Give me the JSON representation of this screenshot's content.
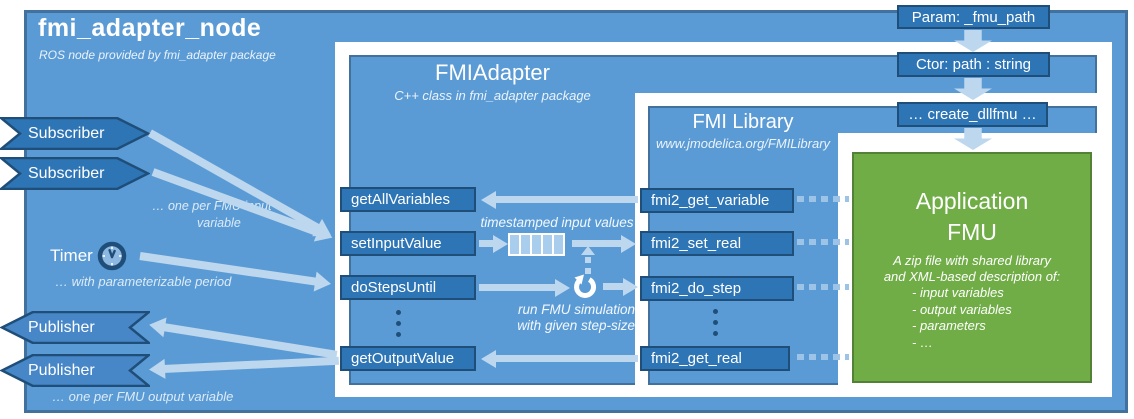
{
  "node": {
    "title": "fmi_adapter_node",
    "subtitle": "ROS node provided by fmi_adapter package"
  },
  "top_flow": {
    "param": "Param: _fmu_path",
    "ctor": "Ctor: path : string",
    "create": "… create_dllfmu …"
  },
  "adapter": {
    "title": "FMIAdapter",
    "subtitle": "C++ class in fmi_adapter package",
    "methods": [
      "getAllVariables",
      "setInputValue",
      "doStepsUntil",
      "getOutputValue"
    ]
  },
  "library": {
    "title": "FMI Library",
    "subtitle": "www.jmodelica.org/FMILibrary",
    "functions": [
      "fmi2_get_variable",
      "fmi2_set_real",
      "fmi2_do_step",
      "fmi2_get_real"
    ]
  },
  "fmu": {
    "title_line1": "Application",
    "title_line2": "FMU",
    "desc": [
      "A zip file with shared library",
      "and XML-based description of:"
    ],
    "bullets": [
      "- input variables",
      "- output variables",
      "- parameters",
      "- …"
    ]
  },
  "ros": {
    "subscriber1": "Subscriber",
    "subscriber2": "Subscriber",
    "subscriber_note": [
      "… one per FMU input",
      "variable"
    ],
    "timer": "Timer",
    "timer_note": "… with parameterizable period",
    "publisher1": "Publisher",
    "publisher2": "Publisher",
    "publisher_note": "… one per FMU output variable"
  },
  "flow_notes": {
    "queue": "timestamped input values",
    "sim": [
      "run FMU simulation",
      "with given step-size"
    ]
  },
  "colors": {
    "panel_blue": "#5b9bd5",
    "panel_border": "#41719c",
    "box_blue": "#2e75b6",
    "box_border": "#1f4e79",
    "arrow_light": "#bdd7ee",
    "dash_blue": "#9dc3e6",
    "fmu_green": "#70ad47",
    "fmu_green_border": "#538135"
  }
}
